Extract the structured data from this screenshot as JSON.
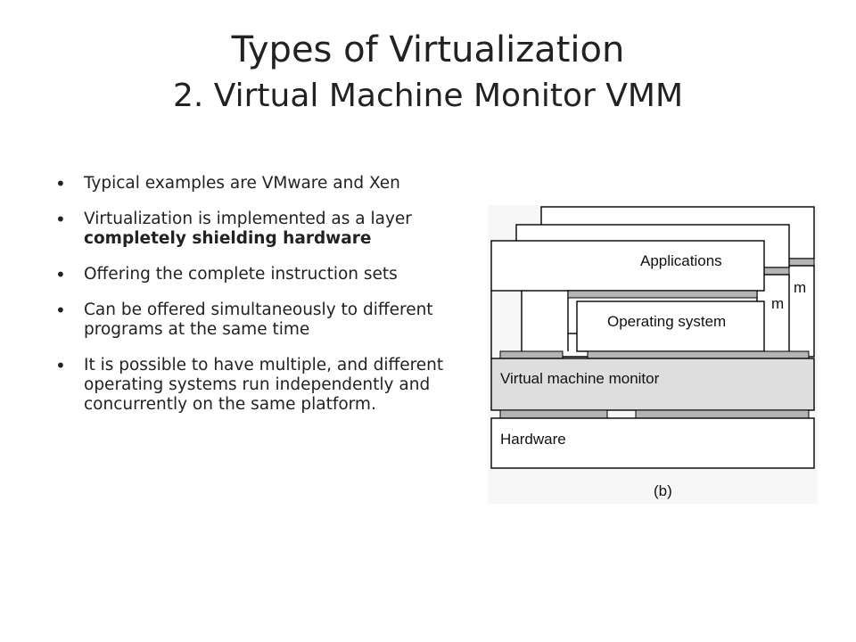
{
  "title": {
    "line1": "Types of Virtualization",
    "line2": "2. Virtual Machine Monitor VMM"
  },
  "bullets": [
    {
      "pre": "Typical examples are VMware and Xen",
      "bold": "",
      "post": ""
    },
    {
      "pre": "Virtualization is implemented as a layer ",
      "bold": "completely shielding hardware",
      "post": ""
    },
    {
      "pre": "Offering the complete instruction sets",
      "bold": "",
      "post": ""
    },
    {
      "pre": "Can be offered simultaneously to different programs at the same time",
      "bold": "",
      "post": ""
    },
    {
      "pre": "It is possible to have multiple, and different operating systems run independently and concurrently on the same platform.",
      "bold": "",
      "post": ""
    }
  ],
  "diagram": {
    "applications": "Applications",
    "os": "Operating system",
    "vmm": "Virtual machine monitor",
    "hardware": "Hardware",
    "caption": "(b)",
    "peek_back": "m",
    "peek_mid": "m"
  }
}
